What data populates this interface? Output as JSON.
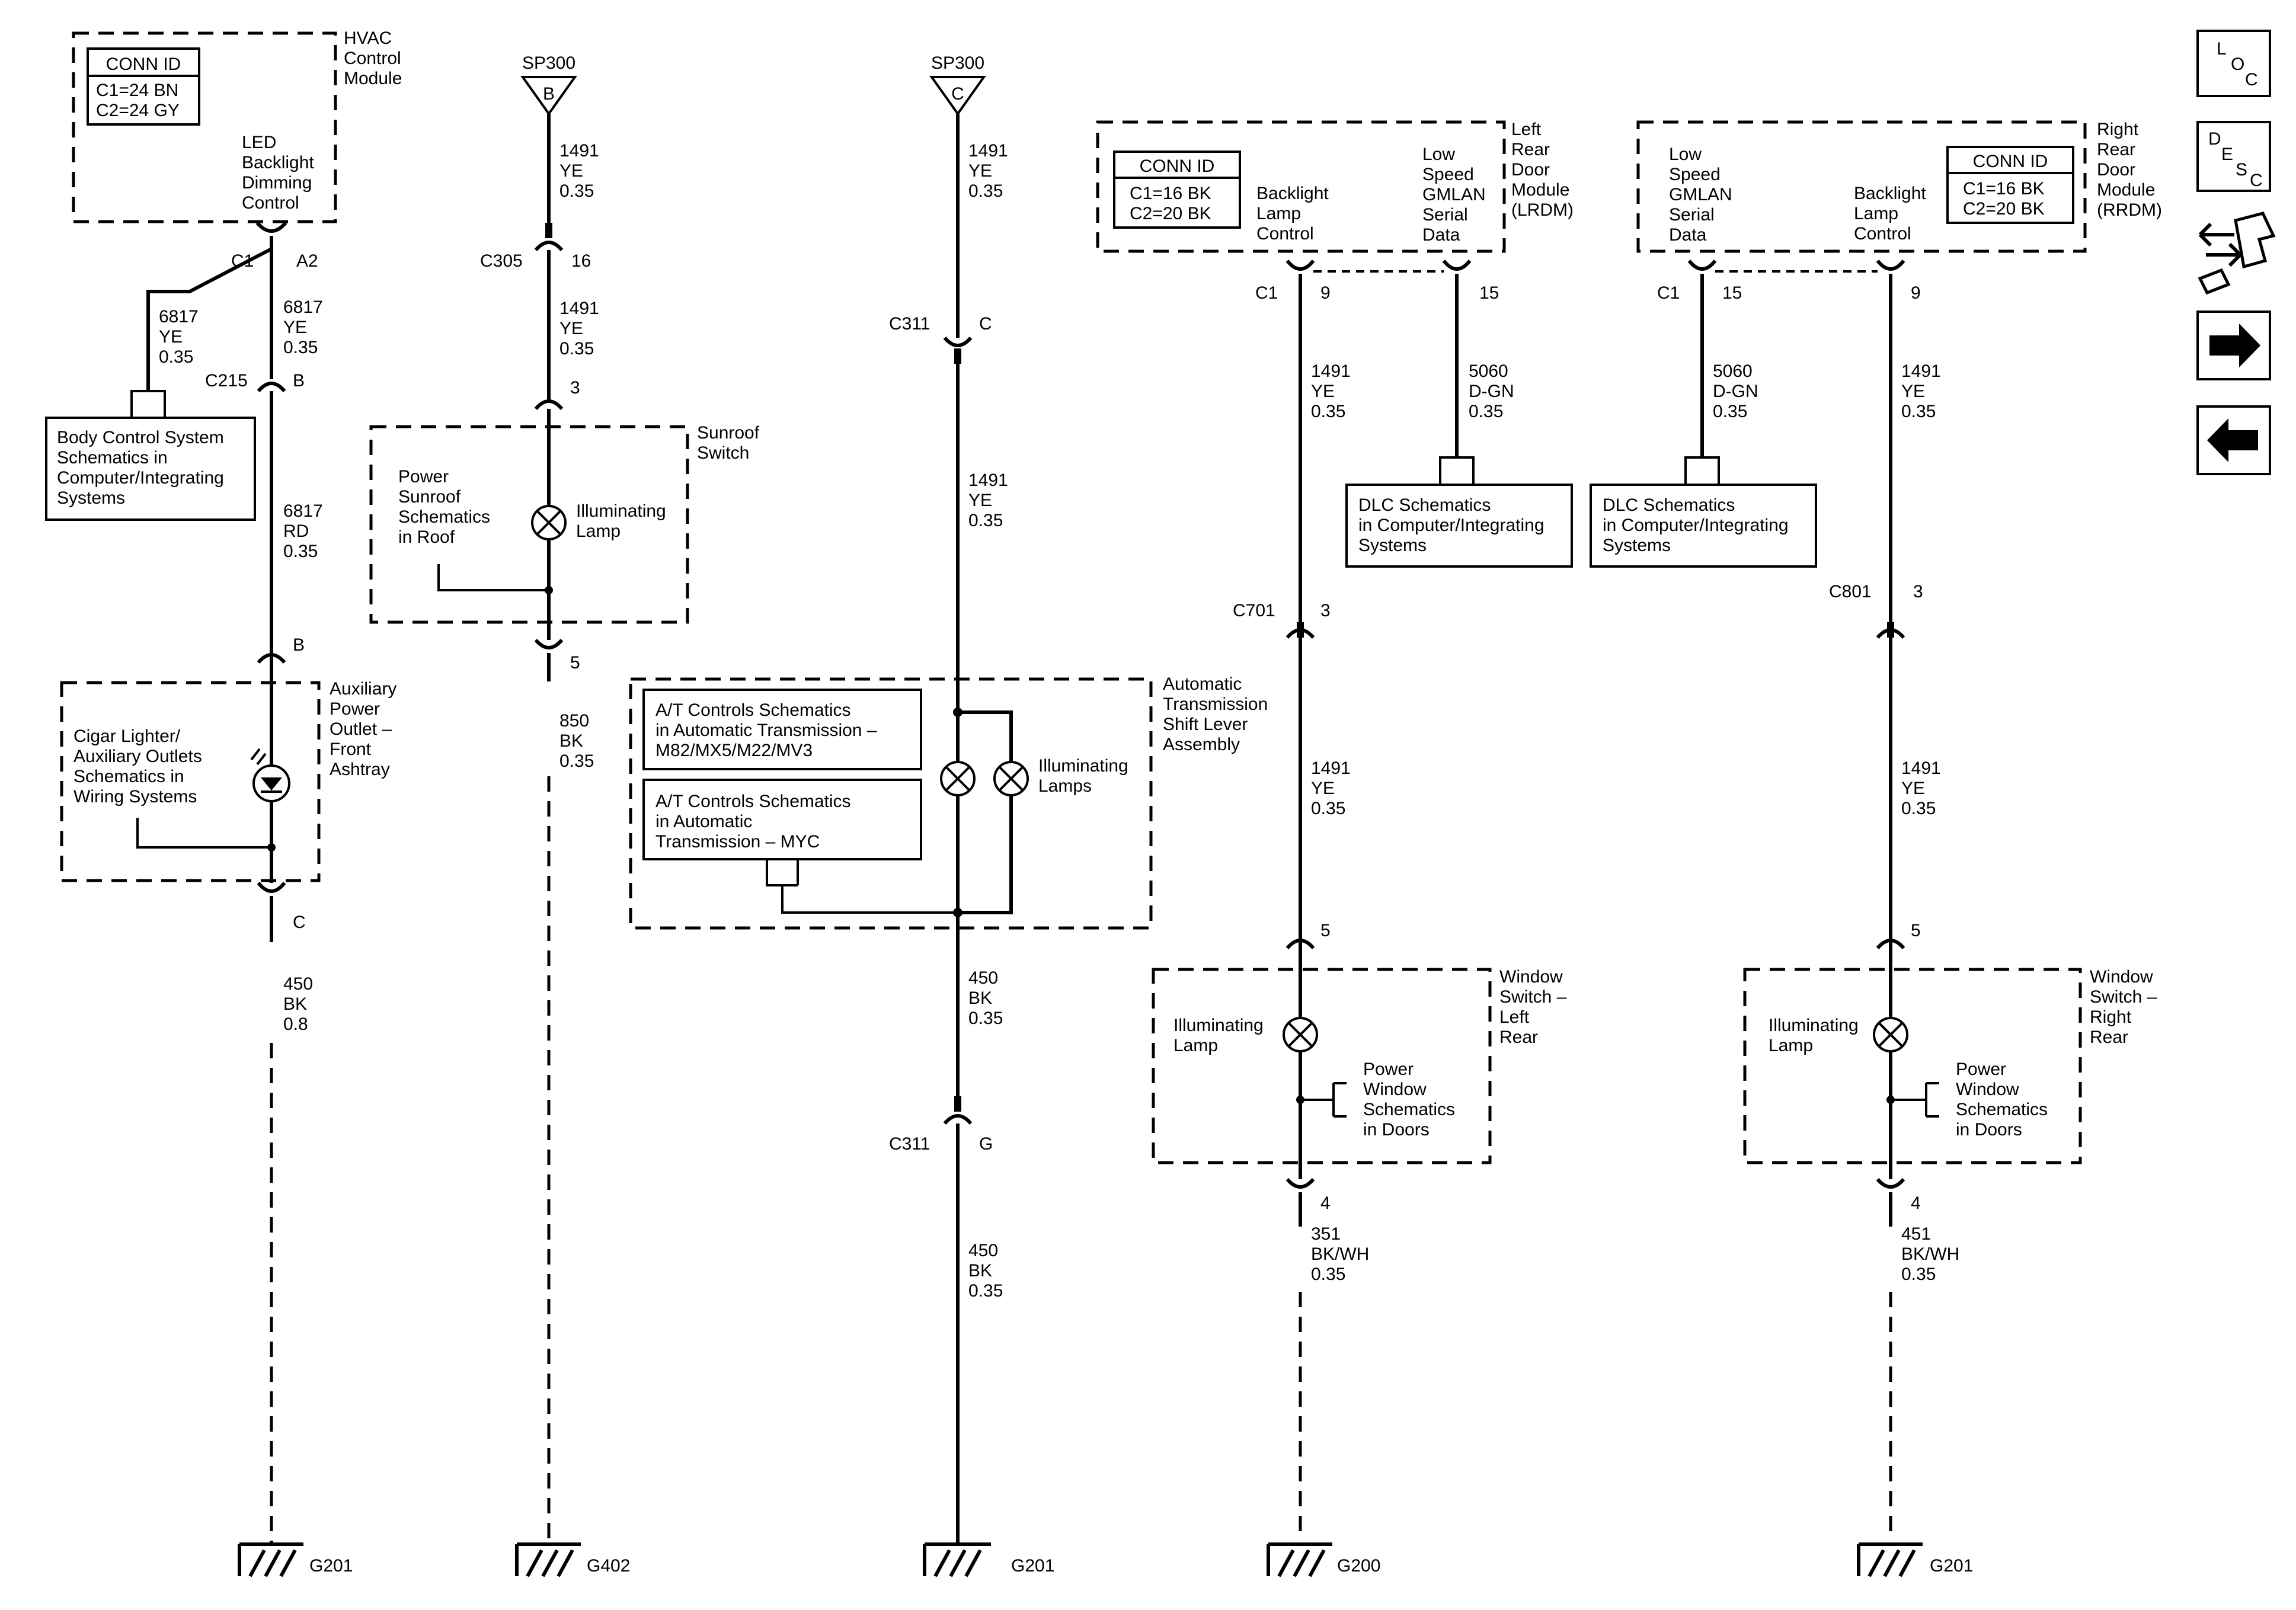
{
  "hvac": {
    "module_lines": [
      "HVAC",
      "Control",
      "Module"
    ],
    "conn_title": "CONN ID",
    "conn_lines": [
      "C1=24 BN",
      "C2=24 GY"
    ],
    "led_lines": [
      "LED",
      "Backlight",
      "Dimming",
      "Control"
    ],
    "c1": "C1",
    "a2": "A2",
    "wire_6817_ye_left": [
      "6817",
      "YE",
      "0.35"
    ],
    "wire_6817_ye_right": [
      "6817",
      "YE",
      "0.35"
    ],
    "c215": "C215",
    "pin_b": "B",
    "bcs_lines": [
      "Body Control System",
      "Schematics in",
      "Computer/Integrating",
      "Systems"
    ],
    "wire_6817_rd": [
      "6817",
      "RD",
      "0.35"
    ],
    "pin_b2": "B",
    "aux_lines": [
      "Auxiliary",
      "Power",
      "Outlet –",
      "Front",
      "Ashtray"
    ],
    "cigar_lines": [
      "Cigar Lighter/",
      "Auxiliary Outlets",
      "Schematics in",
      "Wiring Systems"
    ],
    "pin_c": "C",
    "wire_450_bk": [
      "450",
      "BK",
      "0.8"
    ],
    "ground": "G201"
  },
  "sunroof": {
    "splice": "SP300",
    "splice_letter": "B",
    "wire_1491_a": [
      "1491",
      "YE",
      "0.35"
    ],
    "c305": "C305",
    "pin_16": "16",
    "wire_1491_b": [
      "1491",
      "YE",
      "0.35"
    ],
    "pin_3": "3",
    "switch_lines": [
      "Sunroof",
      "Switch"
    ],
    "power_lines": [
      "Power",
      "Sunroof",
      "Schematics",
      "in Roof"
    ],
    "lamp_lines": [
      "Illuminating",
      "Lamp"
    ],
    "pin_5": "5",
    "wire_850": [
      "850",
      "BK",
      "0.35"
    ],
    "ground": "G402"
  },
  "trans": {
    "splice": "SP300",
    "splice_letter": "C",
    "wire_1491_a": [
      "1491",
      "YE",
      "0.35"
    ],
    "c311_top": "C311",
    "pin_c": "C",
    "wire_1491_b": [
      "1491",
      "YE",
      "0.35"
    ],
    "assembly_lines": [
      "Automatic",
      "Transmission",
      "Shift Lever",
      "Assembly"
    ],
    "at1_lines": [
      "A/T Controls Schematics",
      "in Automatic Transmission –",
      "M82/MX5/M22/MV3"
    ],
    "at2_lines": [
      "A/T Controls Schematics",
      "in Automatic",
      "Transmission – MYC"
    ],
    "lamps_lines": [
      "Illuminating",
      "Lamps"
    ],
    "wire_450_a": [
      "450",
      "BK",
      "0.35"
    ],
    "c311_bot": "C311",
    "pin_g": "G",
    "wire_450_b": [
      "450",
      "BK",
      "0.35"
    ],
    "ground": "G201"
  },
  "lrdm": {
    "module_lines": [
      "Left",
      "Rear",
      "Door",
      "Module",
      "(LRDM)"
    ],
    "conn_title": "CONN ID",
    "conn_lines": [
      "C1=16 BK",
      "C2=20 BK"
    ],
    "backlight_lines": [
      "Backlight",
      "Lamp",
      "Control"
    ],
    "gmlan_lines": [
      "Low",
      "Speed",
      "GMLAN",
      "Serial",
      "Data"
    ],
    "c1": "C1",
    "pin_9": "9",
    "pin_15": "15",
    "wire_1491_a": [
      "1491",
      "YE",
      "0.35"
    ],
    "wire_5060": [
      "5060",
      "D-GN",
      "0.35"
    ],
    "dlc_lines": [
      "DLC Schematics",
      "in Computer/Integrating",
      "Systems"
    ],
    "c701": "C701",
    "pin_3": "3",
    "wire_1491_b": [
      "1491",
      "YE",
      "0.35"
    ],
    "pin_5": "5",
    "window_lines": [
      "Window",
      "Switch –",
      "Left",
      "Rear"
    ],
    "lamp_lines": [
      "Illuminating",
      "Lamp"
    ],
    "power_lines": [
      "Power",
      "Window",
      "Schematics",
      "in Doors"
    ],
    "pin_4": "4",
    "wire_351": [
      "351",
      "BK/WH",
      "0.35"
    ],
    "ground": "G200"
  },
  "rrdm": {
    "module_lines": [
      "Right",
      "Rear",
      "Door",
      "Module",
      "(RRDM)"
    ],
    "conn_title": "CONN ID",
    "conn_lines": [
      "C1=16 BK",
      "C2=20 BK"
    ],
    "backlight_lines": [
      "Backlight",
      "Lamp",
      "Control"
    ],
    "gmlan_lines": [
      "Low",
      "Speed",
      "GMLAN",
      "Serial",
      "Data"
    ],
    "c1": "C1",
    "pin_15": "15",
    "pin_9": "9",
    "wire_5060": [
      "5060",
      "D-GN",
      "0.35"
    ],
    "wire_1491_a": [
      "1491",
      "YE",
      "0.35"
    ],
    "dlc_lines": [
      "DLC Schematics",
      "in Computer/Integrating",
      "Systems"
    ],
    "c801": "C801",
    "pin_3": "3",
    "wire_1491_b": [
      "1491",
      "YE",
      "0.35"
    ],
    "pin_5": "5",
    "window_lines": [
      "Window",
      "Switch –",
      "Right",
      "Rear"
    ],
    "lamp_lines": [
      "Illuminating",
      "Lamp"
    ],
    "power_lines": [
      "Power",
      "Window",
      "Schematics",
      "in Doors"
    ],
    "pin_4": "4",
    "wire_451": [
      "451",
      "BK/WH",
      "0.35"
    ],
    "ground": "G201"
  },
  "nav": {
    "loc": [
      "L",
      "O",
      "C"
    ],
    "desc": [
      "D",
      "E",
      "S",
      "C"
    ]
  }
}
